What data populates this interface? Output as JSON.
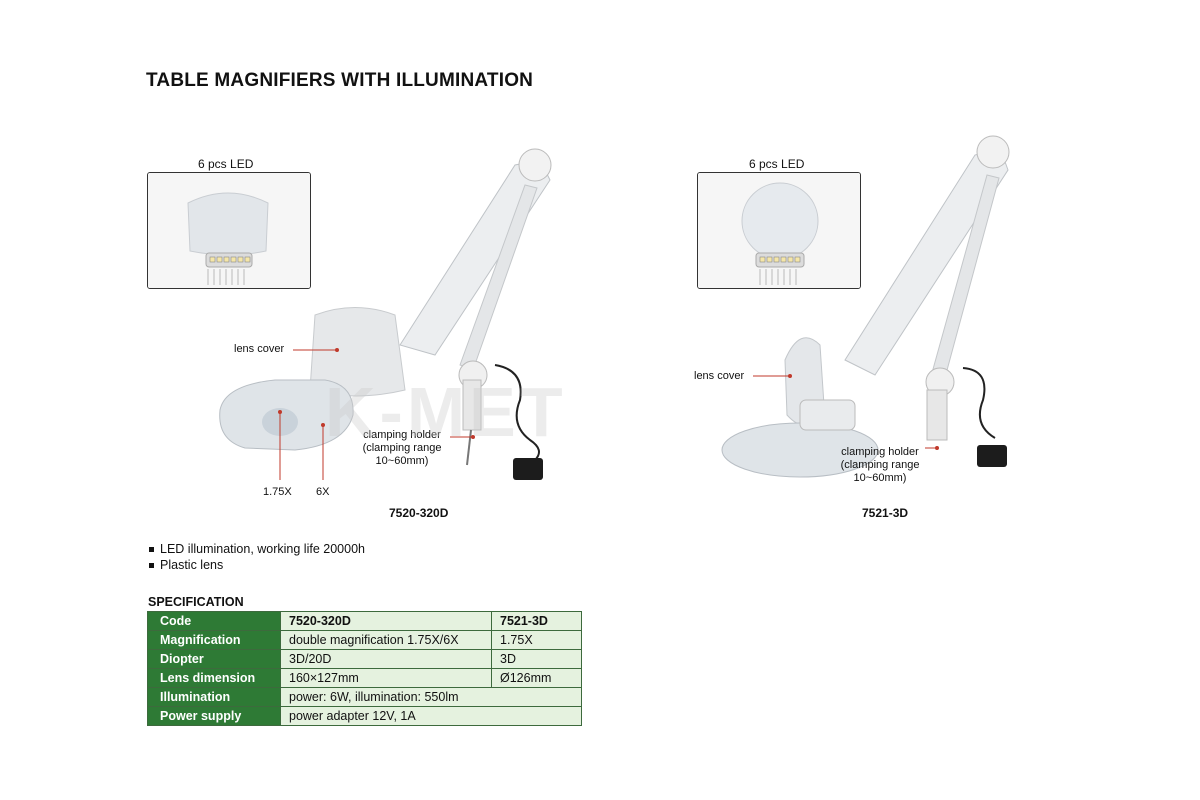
{
  "title": "TABLE MAGNIFIERS WITH ILLUMINATION",
  "products": [
    {
      "inset_caption": "6 pcs LED",
      "lens_cover_label": "lens cover",
      "clamp_label": [
        "clamping holder",
        "(clamping range",
        "10~60mm)"
      ],
      "magnification_labels": [
        "1.75X",
        "6X"
      ],
      "model": "7520-320D"
    },
    {
      "inset_caption": "6 pcs LED",
      "lens_cover_label": "lens cover",
      "clamp_label": [
        "clamping holder",
        "(clamping range",
        "10~60mm)"
      ],
      "model": "7521-3D"
    }
  ],
  "features": [
    "LED illumination, working life 20000h",
    "Plastic lens"
  ],
  "spec_title": "SPECIFICATION",
  "spec_rows": [
    {
      "key": "Code",
      "v1": "7520-320D",
      "v2": "7521-3D"
    },
    {
      "key": "Magnification",
      "v1": "double magnification 1.75X/6X",
      "v2": "1.75X"
    },
    {
      "key": "Diopter",
      "v1": "3D/20D",
      "v2": "3D"
    },
    {
      "key": "Lens dimension",
      "v1": "160×127mm",
      "v2": "Ø126mm"
    },
    {
      "key": "Illumination",
      "v_span": "power: 6W, illumination: 550lm"
    },
    {
      "key": "Power supply",
      "v_span": "power adapter 12V, 1A"
    }
  ],
  "watermark": "K-MET"
}
